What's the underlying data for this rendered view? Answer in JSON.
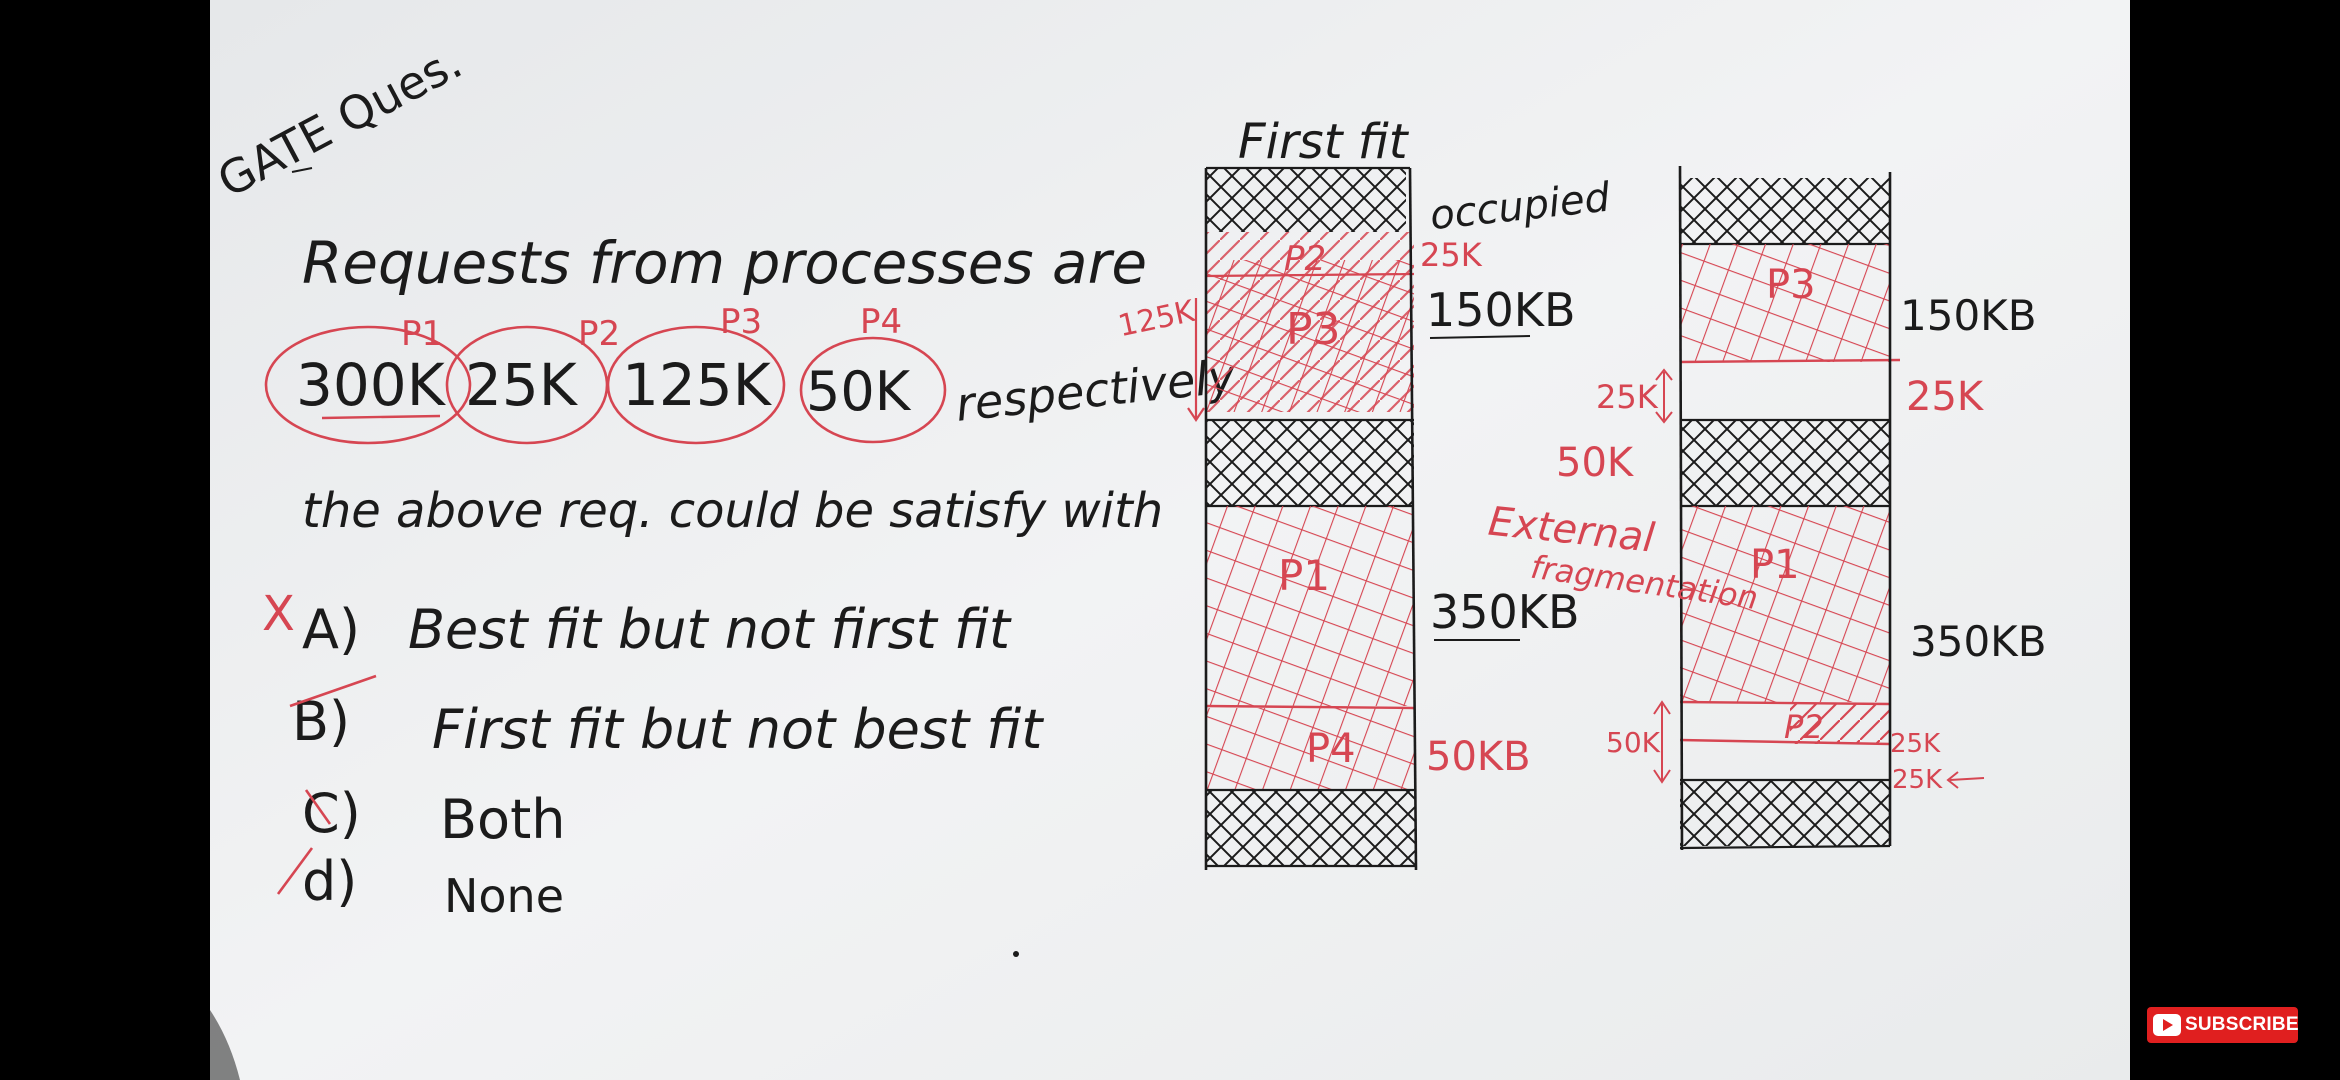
{
  "video": {
    "subscribe_label": "SUBSCRIBE"
  },
  "board": {
    "heading": "GATE Ques.",
    "question_line1": "Requests from processes are",
    "requests": [
      {
        "label": "P1",
        "size": "300K"
      },
      {
        "label": "P2",
        "size": "25K"
      },
      {
        "label": "P3",
        "size": "125K"
      },
      {
        "label": "P4",
        "size": "50K"
      }
    ],
    "respectively": "respectively",
    "question_line3": "the above req. could be satisfy with",
    "options": [
      {
        "key": "A)",
        "text": "Best fit but not first fit"
      },
      {
        "key": "B)",
        "text": "First fit but not best fit"
      },
      {
        "key": "C)",
        "text": "Both"
      },
      {
        "key": "d)",
        "text": "None"
      }
    ],
    "first_fit_title": "First fit",
    "first_fit_labels": {
      "occupied": "occupied",
      "p2_25k": "25K",
      "size_150": "150KB",
      "p3_125k": "125K",
      "size_350": "350KB",
      "size_50": "50KB",
      "p1": "P1",
      "p2": "P2",
      "p3": "P3",
      "p4": "P4"
    },
    "best_fit_labels": {
      "size_150": "150KB",
      "size_25": "25K",
      "left_25": "25K",
      "left_50": "50K",
      "external_1": "External",
      "external_2": "fragmentation",
      "size_350": "350KB",
      "small_25a": "25K",
      "small_25b": "25K",
      "left_50k_bottom": "50K",
      "p1": "P1",
      "p2": "P2",
      "p3": "P3"
    }
  },
  "colors": {
    "ink": "#1b1b1b",
    "red_marker": "#d64652",
    "whiteboard": "#eef0f1",
    "subscribe_red": "#e01f1f"
  }
}
